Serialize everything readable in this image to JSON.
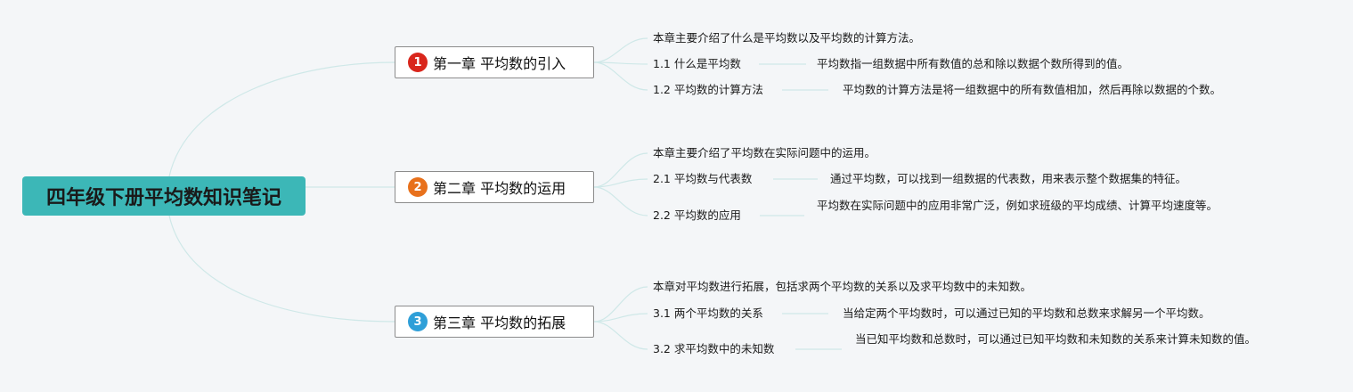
{
  "root": {
    "title": "四年级下册平均数知识笔记",
    "color": "#3cb7b7"
  },
  "chapters": [
    {
      "number": "1",
      "badge_color": "#d9261c",
      "title": "第一章 平均数的引入",
      "summary": "本章主要介绍了什么是平均数以及平均数的计算方法。",
      "items": [
        {
          "label": "1.1 什么是平均数",
          "desc": "平均数指一组数据中所有数值的总和除以数据个数所得到的值。"
        },
        {
          "label": "1.2 平均数的计算方法",
          "desc": "平均数的计算方法是将一组数据中的所有数值相加，然后再除以数据的个数。"
        }
      ]
    },
    {
      "number": "2",
      "badge_color": "#e8711c",
      "title": "第二章 平均数的运用",
      "summary": "本章主要介绍了平均数在实际问题中的运用。",
      "items": [
        {
          "label": "2.1 平均数与代表数",
          "desc": "通过平均数，可以找到一组数据的代表数，用来表示整个数据集的特征。"
        },
        {
          "label": "2.2 平均数的应用",
          "desc": "平均数在实际问题中的应用非常广泛，例如求班级的平均成绩、计算平均速度等。"
        }
      ]
    },
    {
      "number": "3",
      "badge_color": "#2f9fd8",
      "title": "第三章 平均数的拓展",
      "summary": "本章对平均数进行拓展，包括求两个平均数的关系以及求平均数中的未知数。",
      "items": [
        {
          "label": "3.1 两个平均数的关系",
          "desc": "当给定两个平均数时，可以通过已知的平均数和总数来求解另一个平均数。"
        },
        {
          "label": "3.2 求平均数中的未知数",
          "desc": "当已知平均数和总数时，可以通过已知平均数和未知数的关系来计算未知数的值。"
        }
      ]
    }
  ]
}
